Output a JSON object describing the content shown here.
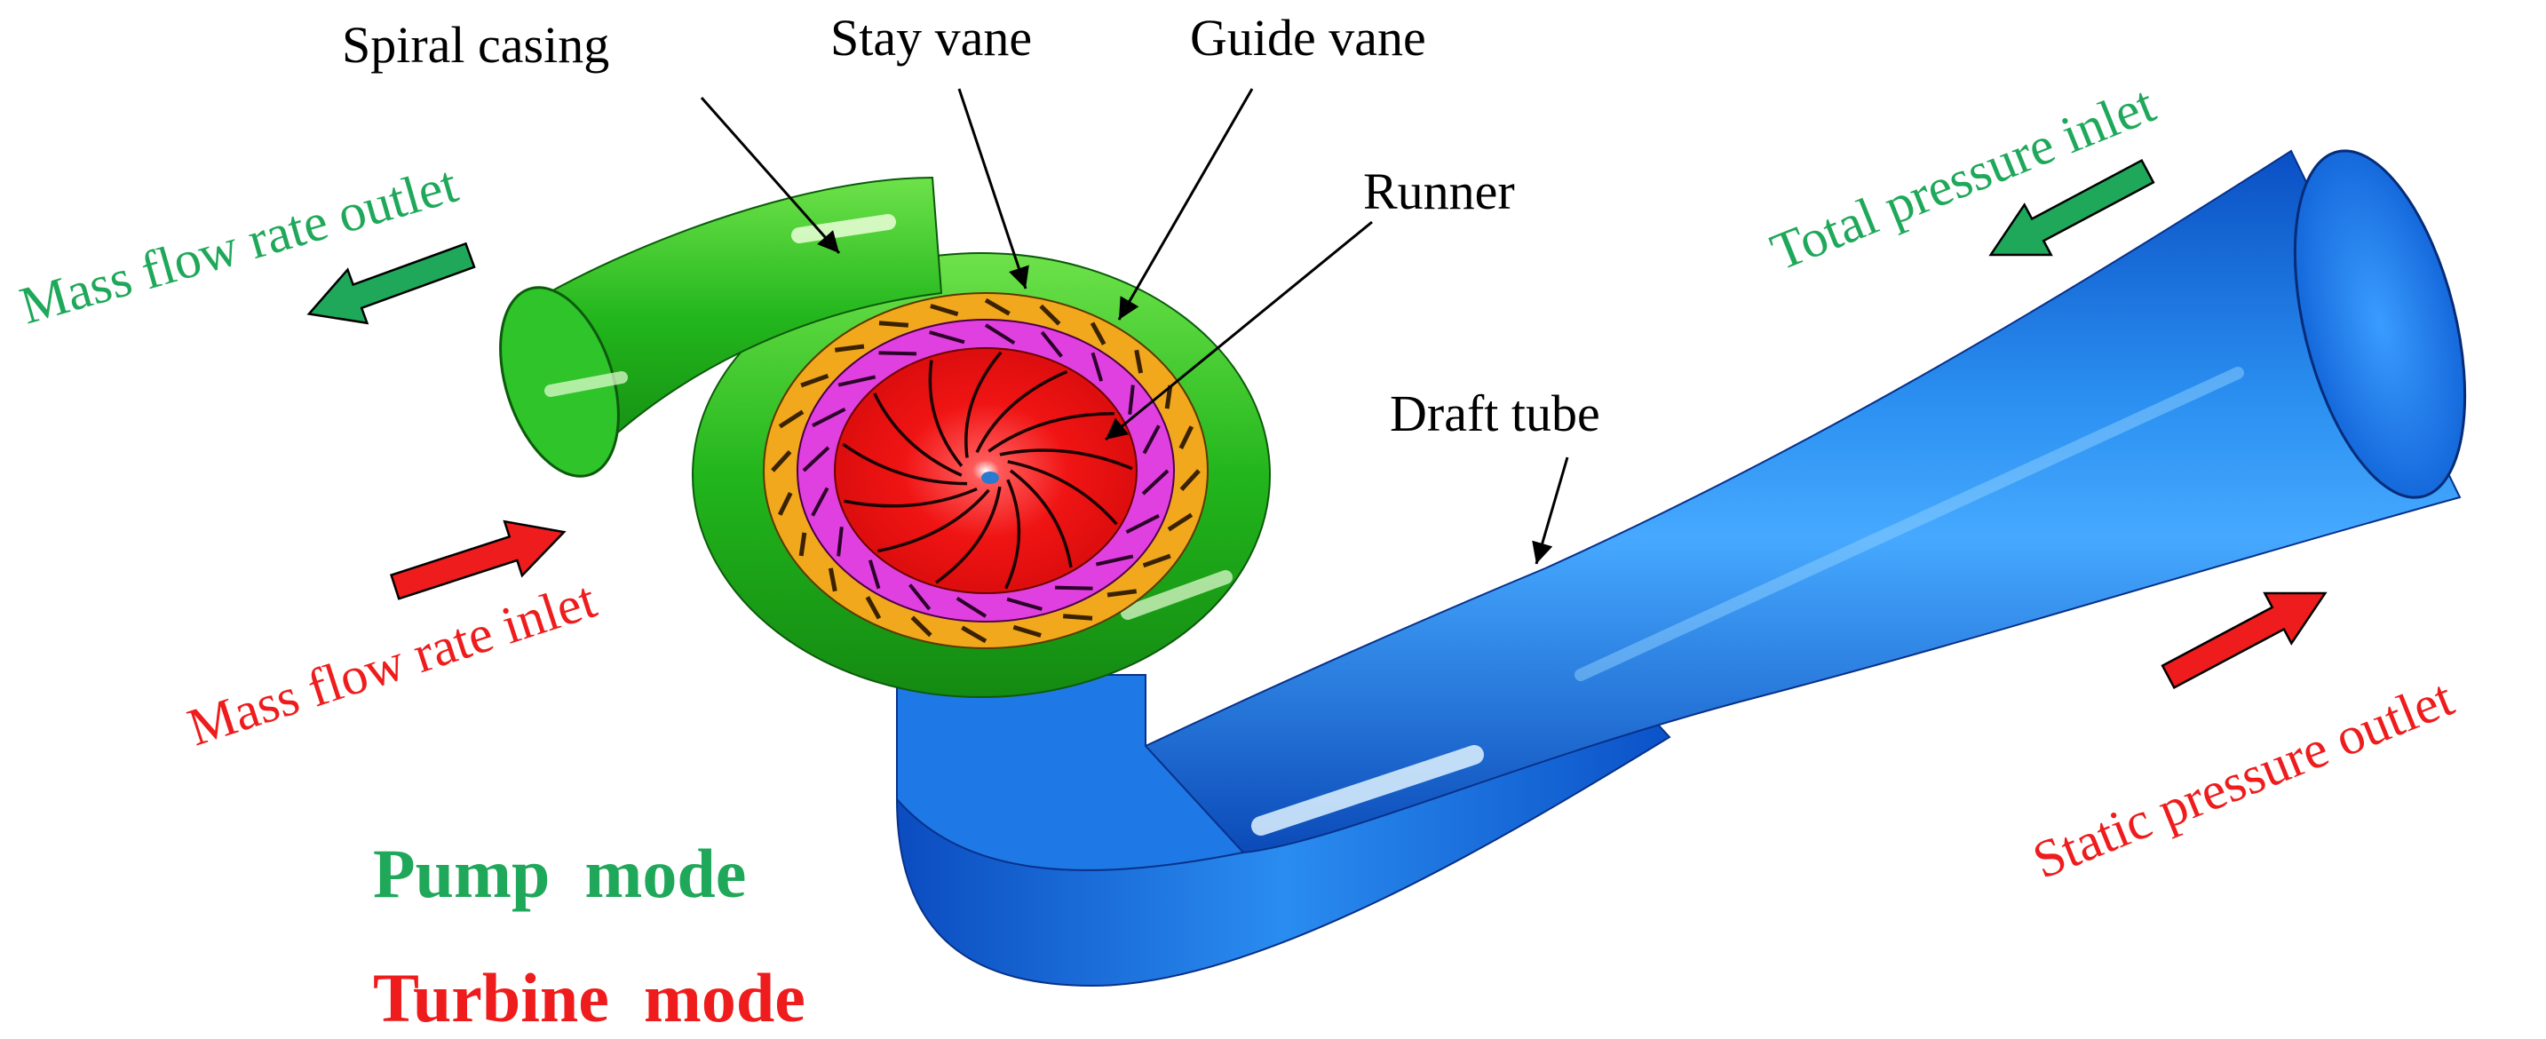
{
  "parts": {
    "spiral_casing": "Spiral casing",
    "stay_vane": "Stay vane",
    "guide_vane": "Guide vane",
    "runner": "Runner",
    "draft_tube": "Draft tube"
  },
  "boundary_conditions": {
    "mass_flow_rate_outlet": "Mass flow rate outlet",
    "mass_flow_rate_inlet": "Mass flow rate inlet",
    "total_pressure_inlet": "Total pressure inlet",
    "static_pressure_outlet": "Static pressure outlet"
  },
  "legend": {
    "pump_mode": "Pump  mode",
    "turbine_mode": "Turbine  mode"
  },
  "colors": {
    "pump": "#1fa85a",
    "turbine": "#ee1c1c",
    "spiral_casing": "#1fb51f",
    "stay_vane_ring": "#f2a81c",
    "guide_vane_ring": "#e040e0",
    "runner": "#ee1111",
    "draft_tube": "#1a6fe0"
  }
}
